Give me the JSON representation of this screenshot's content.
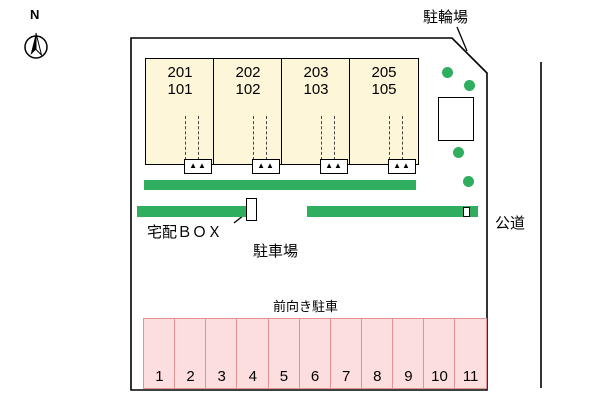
{
  "compass": {
    "label": "N"
  },
  "labels": {
    "bicycle_parking": "駐輪場",
    "public_road": "公道",
    "delivery_box": "宅配ＢＯＸ",
    "parking_lot": "駐車場",
    "front_facing": "前向き駐車"
  },
  "building": {
    "units": [
      {
        "upper": "201",
        "lower": "101"
      },
      {
        "upper": "202",
        "lower": "102"
      },
      {
        "upper": "203",
        "lower": "103"
      },
      {
        "upper": "205",
        "lower": "105"
      }
    ],
    "porch_marks": "▲▲"
  },
  "parking": {
    "spaces": [
      "1",
      "2",
      "3",
      "4",
      "5",
      "6",
      "7",
      "8",
      "9",
      "10",
      "11"
    ]
  },
  "colors": {
    "unit_fill": "#fdf6d8",
    "green": "#2fae60",
    "space_fill": "#fcdede",
    "space_border": "#e39191"
  }
}
